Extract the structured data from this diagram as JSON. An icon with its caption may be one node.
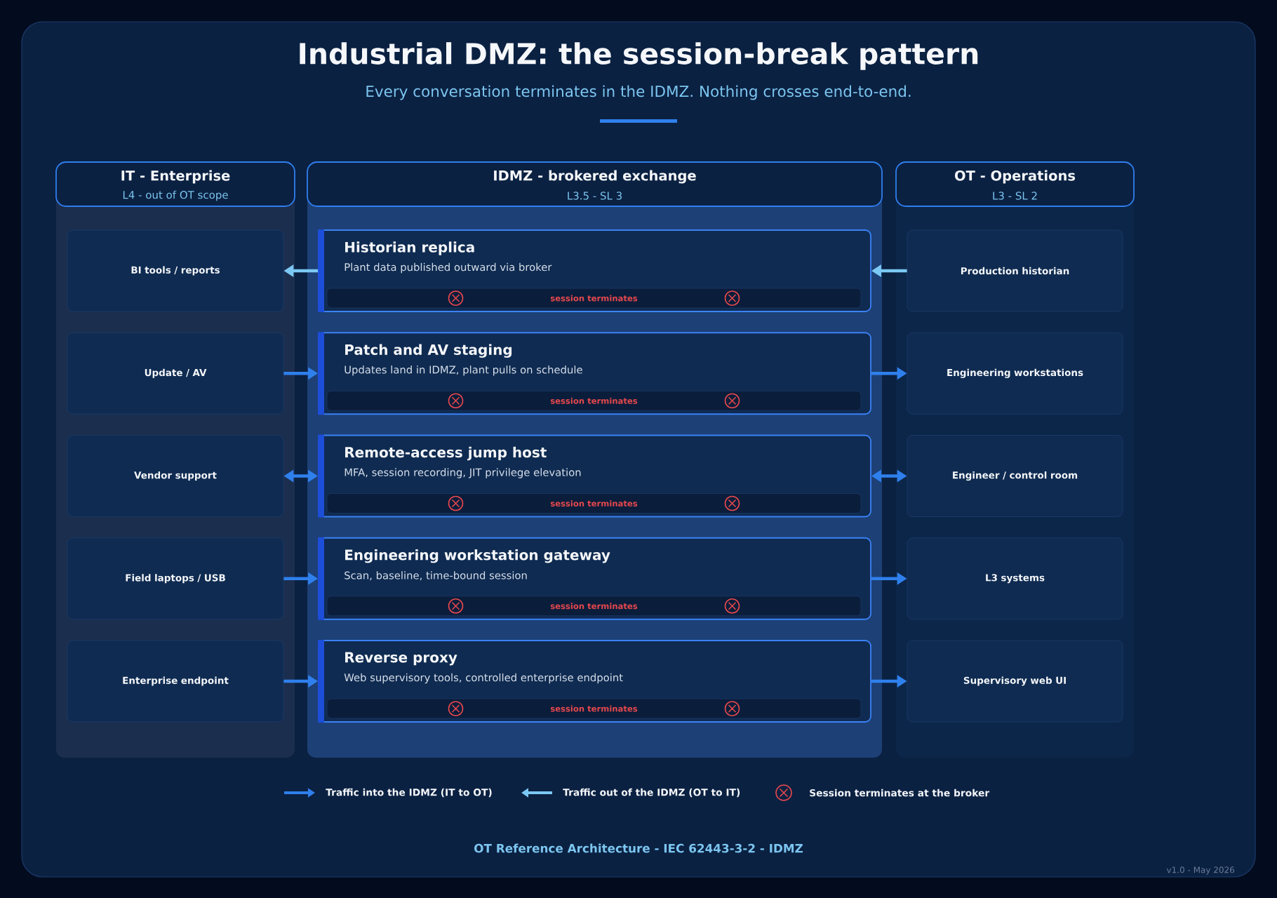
{
  "diagram": {
    "title": "Industrial DMZ: the session-break pattern",
    "nodes": [
      {
        "text": [
          "IT - Enterprise",
          "L4 - out of OT scope"
        ]
      },
      {
        "text": [
          "IDMZ - brokered exchange",
          "L3.5 - SL 3"
        ]
      },
      {
        "text": [
          "OT - Operations",
          "L3 - SL 2"
        ]
      },
      {
        "text": [
          "BI tools / reports"
        ],
        "in": 0
      },
      {
        "text": [
          "Historian replica",
          "Plant data published outward via broker"
        ],
        "in": 1
      },
      {
        "text": [
          "session terminates"
        ],
        "in": 4
      },
      {
        "text": [
          "Production historian"
        ],
        "in": 2
      },
      {
        "text": [
          "Update / AV"
        ],
        "in": 0
      },
      {
        "text": [
          "Patch and AV staging",
          "Updates land in IDMZ, plant pulls on schedule"
        ],
        "in": 1
      },
      {
        "text": [
          "session terminates"
        ],
        "in": 8
      },
      {
        "text": [
          "Engineering workstations"
        ],
        "in": 2
      },
      {
        "text": [
          "Vendor support"
        ],
        "in": 0
      },
      {
        "text": [
          "Remote-access jump host",
          "MFA, session recording, JIT privilege elevation"
        ],
        "in": 1
      },
      {
        "text": [
          "session terminates"
        ],
        "in": 12
      },
      {
        "text": [
          "Engineer / control room"
        ],
        "in": 2
      },
      {
        "text": [
          "Field laptops / USB"
        ],
        "in": 0
      },
      {
        "text": [
          "Engineering workstation gateway",
          "Scan, baseline, time-bound session"
        ],
        "in": 1
      },
      {
        "text": [
          "session terminates"
        ],
        "in": 16
      },
      {
        "text": [
          "L3 systems"
        ],
        "in": 2
      },
      {
        "text": [
          "Enterprise endpoint"
        ],
        "in": 0
      },
      {
        "text": [
          "Reverse proxy",
          "Web supervisory tools, controlled enterprise endpoint"
        ],
        "in": 1
      },
      {
        "text": [
          "session terminates"
        ],
        "in": 20
      },
      {
        "text": [
          "Supervisory web UI"
        ],
        "in": 2
      }
    ],
    "edges": [
      {
        "from": 4,
        "to": 3,
        "arrow": "to",
        "color": "#7cc8f4"
      },
      {
        "from": 6,
        "to": 4,
        "arrow": "to",
        "color": "#7cc8f4"
      },
      {
        "from": 7,
        "to": 8,
        "arrow": "to"
      },
      {
        "from": 8,
        "to": 10,
        "arrow": "to"
      },
      {
        "from": 11,
        "to": 12,
        "arrow": "both"
      },
      {
        "from": 12,
        "to": 14,
        "arrow": "both"
      },
      {
        "from": 15,
        "to": 16,
        "arrow": "to"
      },
      {
        "from": 16,
        "to": 18,
        "arrow": "to"
      },
      {
        "from": 19,
        "to": 20,
        "arrow": "to"
      },
      {
        "from": 20,
        "to": 22,
        "arrow": "to"
      }
    ],
    "labels": [
      "Every conversation terminates in the IDMZ. Nothing crosses end-to-end.",
      "OT Reference Architecture - IEC 62443-3-2 - IDMZ",
      "v1.0 - May 2026"
    ],
    "legend": [
      {
        "text": "Traffic into the IDMZ (IT to OT)"
      },
      {
        "text": "Traffic out of the IDMZ (OT to IT)"
      },
      {
        "text": "Session terminates at the broker"
      }
    ]
  }
}
